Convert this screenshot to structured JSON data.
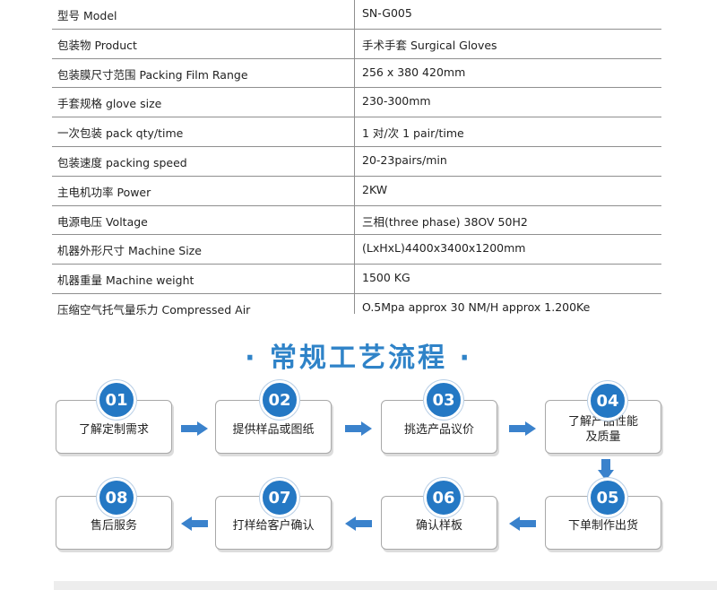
{
  "spec_table": [
    {
      "name": "型号 Model",
      "value": "SN-G005"
    },
    {
      "name": "包装物 Product",
      "value": "手术手套  Surgical Gloves"
    },
    {
      "name": "包装膜尺寸范围 Packing Film Range",
      "value": "256 x 380 420mm"
    },
    {
      "name": "手套规格  glove size",
      "value": "230-300mm"
    },
    {
      "name": "一次包装  pack qty/time",
      "value": "1 对/次  1 pair/time"
    },
    {
      "name": "包装速度 packing speed",
      "value": "20-23pairs/min"
    },
    {
      "name": "主电机功率  Power",
      "value": "2KW"
    },
    {
      "name": "电源电压 Voltage",
      "value": "三相(three phase) 38OV 50H2"
    },
    {
      "name": "机器外形尺寸 Machine Size",
      "value": "(LxHxL)4400x3400x1200mm"
    },
    {
      "name": "机器重量  Machine weight",
      "value": "1500 KG"
    },
    {
      "name": "压缩空气托气量乐力  Compressed Air",
      "value": "O.5Mpa approx 30 NM/H approx 1.200Ke"
    }
  ],
  "process": {
    "title": "· 常规工艺流程 ·",
    "steps": [
      {
        "num": "01",
        "label": "了解定制需求"
      },
      {
        "num": "02",
        "label": "提供样品或图纸"
      },
      {
        "num": "03",
        "label": "挑选产品议价"
      },
      {
        "num": "04",
        "label": "了解产品性能\n及质量"
      },
      {
        "num": "05",
        "label": "下单制作出货"
      },
      {
        "num": "06",
        "label": "确认样板"
      },
      {
        "num": "07",
        "label": "打样给客户确认"
      },
      {
        "num": "08",
        "label": "售后服务"
      }
    ]
  },
  "colors": {
    "accent": "#2478c4",
    "title": "#2f83c8",
    "arrow": "#3a82cc"
  }
}
